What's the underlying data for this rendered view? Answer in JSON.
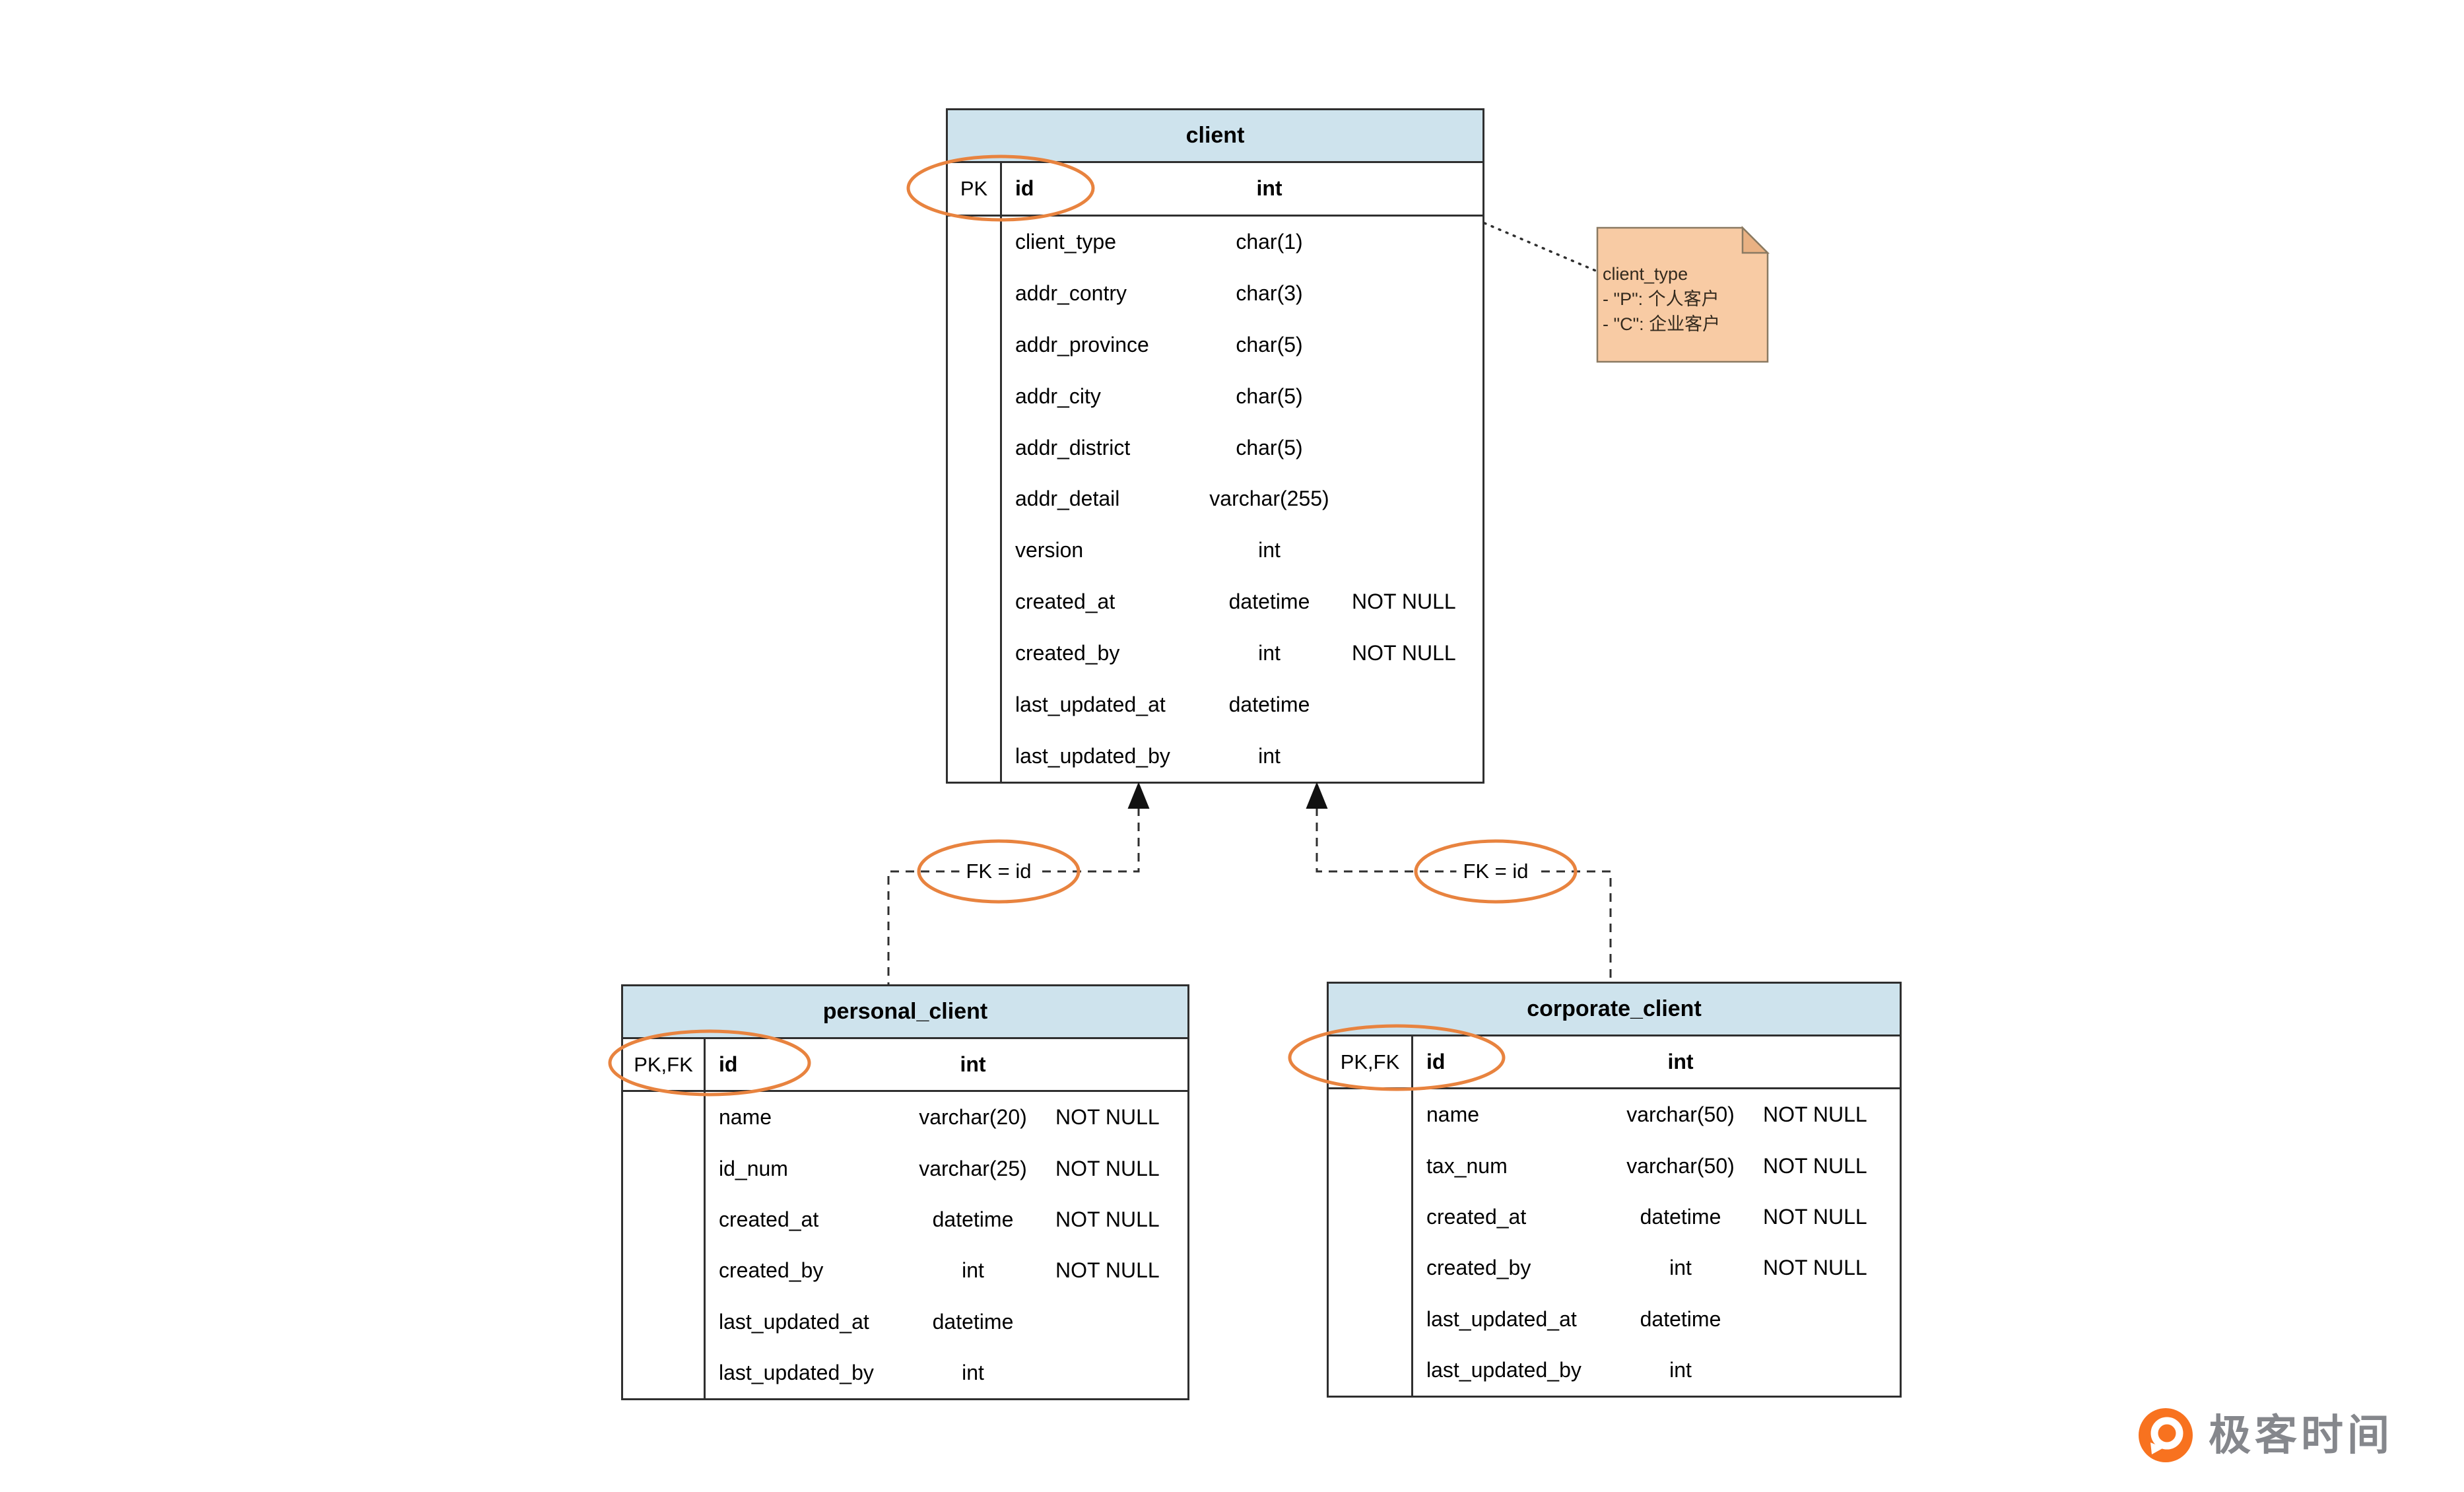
{
  "colors": {
    "header_fill": "#cee3ed",
    "table_stroke": "#2f2f2f",
    "ellipse_stroke": "#e8833f",
    "note_fill": "#f8cba4",
    "note_fold": "#e9b183",
    "note_stroke": "#8a7a62",
    "connector_stroke": "#2f2f2f",
    "logo_orange": "#f8721f",
    "logo_text_gray": "#85878c"
  },
  "tables": {
    "client": {
      "title": "client",
      "key_label": "PK",
      "key_row": {
        "name": "id",
        "type": "int",
        "constraint": ""
      },
      "rows": [
        {
          "name": "client_type",
          "type": "char(1)",
          "constraint": ""
        },
        {
          "name": "addr_contry",
          "type": "char(3)",
          "constraint": ""
        },
        {
          "name": "addr_province",
          "type": "char(5)",
          "constraint": ""
        },
        {
          "name": "addr_city",
          "type": "char(5)",
          "constraint": ""
        },
        {
          "name": "addr_district",
          "type": "char(5)",
          "constraint": ""
        },
        {
          "name": "addr_detail",
          "type": "varchar(255)",
          "constraint": ""
        },
        {
          "name": "version",
          "type": "int",
          "constraint": ""
        },
        {
          "name": "created_at",
          "type": "datetime",
          "constraint": "NOT NULL"
        },
        {
          "name": "created_by",
          "type": "int",
          "constraint": "NOT NULL"
        },
        {
          "name": "last_updated_at",
          "type": "datetime",
          "constraint": ""
        },
        {
          "name": "last_updated_by",
          "type": "int",
          "constraint": ""
        }
      ]
    },
    "personal_client": {
      "title": "personal_client",
      "key_label": "PK,FK",
      "key_row": {
        "name": "id",
        "type": "int",
        "constraint": ""
      },
      "rows": [
        {
          "name": "name",
          "type": "varchar(20)",
          "constraint": "NOT NULL"
        },
        {
          "name": "id_num",
          "type": "varchar(25)",
          "constraint": "NOT NULL"
        },
        {
          "name": "created_at",
          "type": "datetime",
          "constraint": "NOT NULL"
        },
        {
          "name": "created_by",
          "type": "int",
          "constraint": "NOT NULL"
        },
        {
          "name": "last_updated_at",
          "type": "datetime",
          "constraint": ""
        },
        {
          "name": "last_updated_by",
          "type": "int",
          "constraint": ""
        }
      ]
    },
    "corporate_client": {
      "title": "corporate_client",
      "key_label": "PK,FK",
      "key_row": {
        "name": "id",
        "type": "int",
        "constraint": ""
      },
      "rows": [
        {
          "name": "name",
          "type": "varchar(50)",
          "constraint": "NOT NULL"
        },
        {
          "name": "tax_num",
          "type": "varchar(50)",
          "constraint": "NOT NULL"
        },
        {
          "name": "created_at",
          "type": "datetime",
          "constraint": "NOT NULL"
        },
        {
          "name": "created_by",
          "type": "int",
          "constraint": "NOT NULL"
        },
        {
          "name": "last_updated_at",
          "type": "datetime",
          "constraint": ""
        },
        {
          "name": "last_updated_by",
          "type": "int",
          "constraint": ""
        }
      ]
    }
  },
  "note": {
    "line1": "client_type",
    "line2": "- \"P\": 个人客户",
    "line3": "- \"C\": 企业客户"
  },
  "connectors": {
    "left_label": "FK = id",
    "right_label": "FK = id"
  },
  "logo": {
    "text": "极客时间"
  }
}
